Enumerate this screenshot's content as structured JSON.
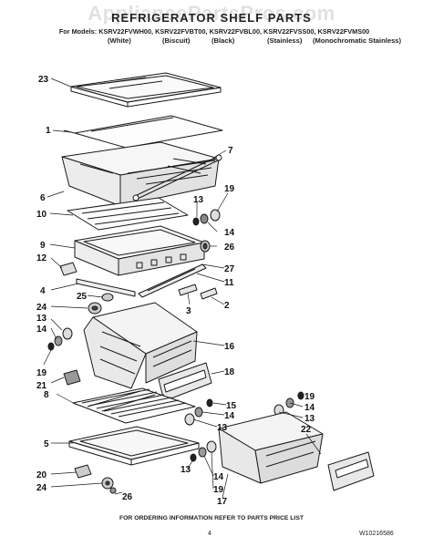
{
  "header": {
    "title": "REFRIGERATOR SHELF PARTS",
    "watermark": "AppliancePartsPros.com",
    "models_line": "For Models: KSRV22FVWH00, KSRV22FVBT00, KSRV22FVBL00, KSRV22FVSS00, KSRV22FVMS00",
    "finishes": [
      "(White)",
      "(Biscuit)",
      "(Black)",
      "(Stainless)",
      "(Monochromatic Stainless)"
    ]
  },
  "callouts": {
    "c23": "23",
    "c1": "1",
    "c7": "7",
    "c6": "6",
    "c19a": "19",
    "c13a": "13",
    "c10": "10",
    "c14a": "14",
    "c9": "9",
    "c26a": "26",
    "c12": "12",
    "c27": "27",
    "c11": "11",
    "c4": "4",
    "c25": "25",
    "c3": "3",
    "c2": "2",
    "c24a": "24",
    "c13b": "13",
    "c14b": "14",
    "c16": "16",
    "c19b": "19",
    "c18": "18",
    "c21": "21",
    "c15": "15",
    "c8": "8",
    "c14c": "14",
    "c13c": "13",
    "c19c": "19",
    "c14d": "14",
    "c13d": "13",
    "c22": "22",
    "c5": "5",
    "c20": "20",
    "c24b": "24",
    "c26b": "26",
    "c13e": "13",
    "c14e": "14",
    "c19d": "19",
    "c17": "17"
  },
  "footer": {
    "note": "FOR ORDERING INFORMATION REFER TO PARTS PRICE LIST",
    "page": "4",
    "doc_number": "W10216586"
  }
}
